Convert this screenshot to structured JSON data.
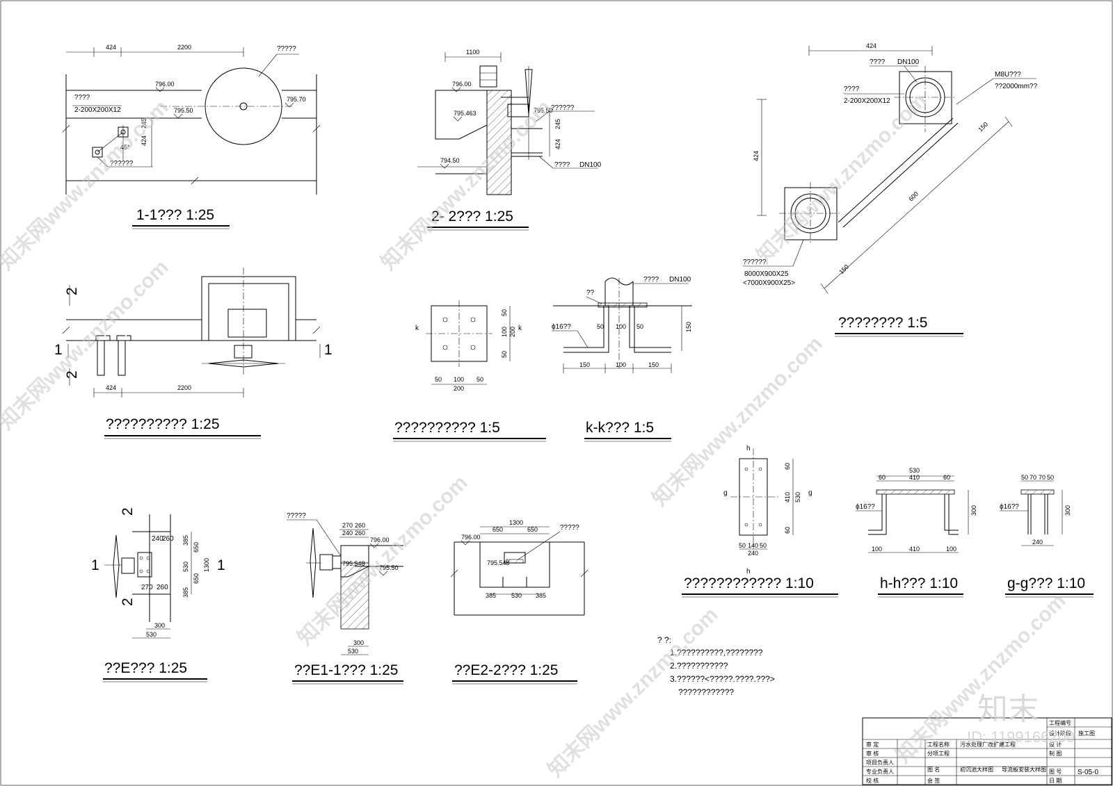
{
  "drawing": {
    "titles": {
      "sec11": "1-1??? 1:25",
      "sec22": "2- 2??? 1:25",
      "plan_top_right": "???????? 1:5",
      "plan_mid_left": "?????????? 1:25",
      "plate_plan": "?????????? 1:5",
      "sec_kk": "k-k??? 1:5",
      "plate_plan2": "???????????? 1:10",
      "sec_hh": "h-h??? 1:10",
      "sec_gg": "g-g??? 1:10",
      "detail_e": "??E??? 1:25",
      "detail_e1": "??E1-1??? 1:25",
      "detail_e2": "??E2-2??? 1:25"
    },
    "labels": {
      "q5": "?????",
      "q4": "????",
      "plate_spec": "2-200X200X12",
      "q6": "??????",
      "dn100": "DN100",
      "m8u": "M8U???",
      "len2000": "??2000mm??",
      "plate_8000": "8000X900X25",
      "plate_7000": "<7000X900X25>",
      "phi16": "ϕ16??",
      "q2": "??",
      "k": "k",
      "g": "g",
      "h": "h",
      "n1": "1",
      "n2": "2"
    },
    "elevations": {
      "e79600": "796.00",
      "e79570": "795.70",
      "e79550": "795.50",
      "e795463": "795.463",
      "e79450": "794.50",
      "e795548": "795.548"
    },
    "dims": {
      "d424": "424",
      "d2200": "2200",
      "d1100": "1100",
      "d245": "245",
      "d45deg": "45°",
      "d150": "150",
      "d600": "600",
      "d50": "50",
      "d100": "100",
      "d200": "200",
      "d60": "60",
      "d410": "410",
      "d530": "530",
      "d240": "240",
      "d300": "300",
      "d70": "70",
      "d260": "260",
      "d270": "270",
      "d385": "385",
      "d650": "650",
      "d1300": "1300",
      "d140": "140"
    },
    "notes": {
      "head": "? ?:",
      "n1": "1.??????????,????????",
      "n2": "2.???????????",
      "n3": "3.??????<?????.????.???>",
      "n4": "????????????"
    }
  },
  "title_block": {
    "project_no_label": "工程编号",
    "design_stage_label": "设计阶段",
    "design_stage_value": "施工图",
    "row_labels": [
      "审  定",
      "审  核",
      "项目负责人",
      "专业负责人",
      "校  核"
    ],
    "project_name_label": "工程名称",
    "project_name_value": "污水处理厂改扩建工程",
    "sub_project_label": "分项工程",
    "drawing_name_label": "图  名",
    "drawing_name_value1": "初沉池大样图",
    "drawing_name_value2": "导流板安装大样图",
    "countersign_label": "会  签",
    "design_label": "设  计",
    "draw_label": "制  图",
    "drawing_no_label": "图  号",
    "drawing_no_value": "S-05-0",
    "date_label": "日  期"
  },
  "watermark": {
    "text": "知末网www.znzmo.com",
    "logo": "知末",
    "id": "ID: 1199166200"
  }
}
